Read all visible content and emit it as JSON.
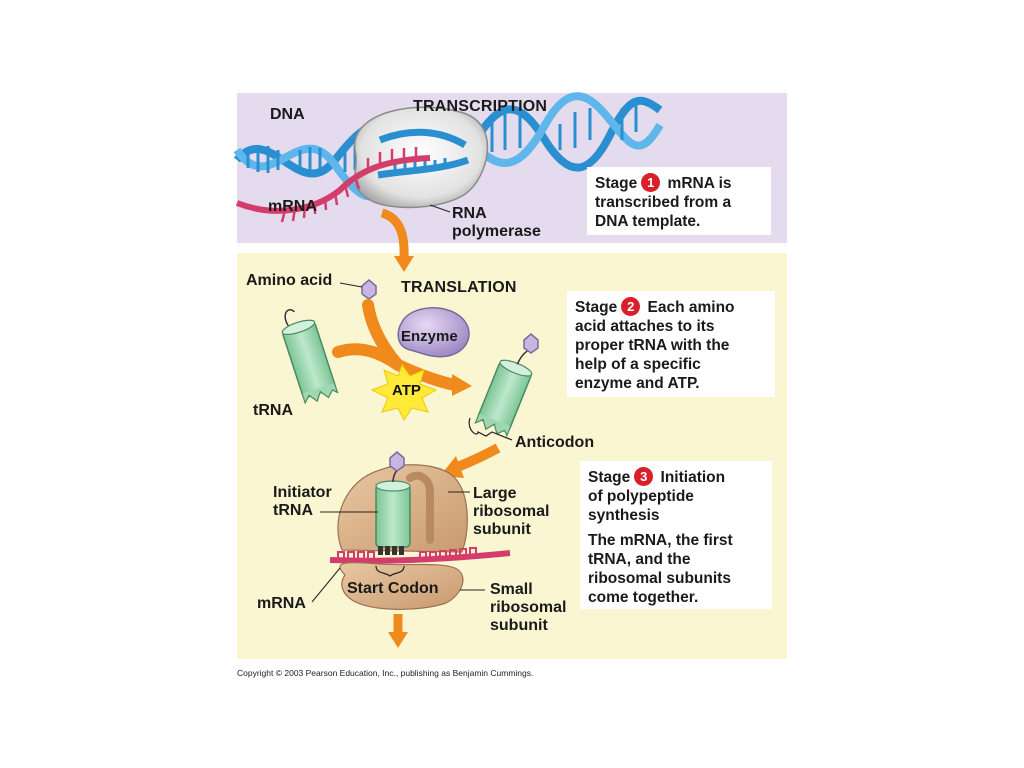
{
  "headings": {
    "transcription": "TRANSCRIPTION",
    "translation": "TRANSLATION"
  },
  "labels": {
    "dna": "DNA",
    "mrna_top": "mRNA",
    "rna_polymerase_1": "RNA",
    "rna_polymerase_2": "polymerase",
    "amino_acid": "Amino acid",
    "trna": "tRNA",
    "enzyme": "Enzyme",
    "atp": "ATP",
    "anticodon": "Anticodon",
    "initiator_trna_1": "Initiator",
    "initiator_trna_2": "tRNA",
    "large_subunit_1": "Large",
    "large_subunit_2": "ribosomal",
    "large_subunit_3": "subunit",
    "start_codon": "Start Codon",
    "mrna_bottom": "mRNA",
    "small_subunit_1": "Small",
    "small_subunit_2": "ribosomal",
    "small_subunit_3": "subunit"
  },
  "stages": [
    {
      "word": "Stage",
      "number": "1",
      "lines": [
        "mRNA is",
        "transcribed from a",
        "DNA template."
      ]
    },
    {
      "word": "Stage",
      "number": "2",
      "lines": [
        "Each amino",
        "acid attaches to its",
        "proper tRNA with the",
        "help of a specific",
        "enzyme and ATP."
      ]
    },
    {
      "word": "Stage",
      "number": "3",
      "title_lines": [
        "Initiation",
        "of polypeptide",
        "synthesis"
      ],
      "lines": [
        "The mRNA, the first",
        "tRNA, and the",
        "ribosomal subunits",
        "come together."
      ]
    }
  ],
  "copyright": "Copyright © 2003 Pearson Education, Inc., publishing as Benjamin Cummings.",
  "colors": {
    "transcription_panel": "#e4dcee",
    "translation_panel": "#fbf6d2",
    "dna_blue": "#2a8fd0",
    "mrna_pink": "#d43c6c",
    "trna_green": "#9fd8b0",
    "ribosome_tan": "#d9b38c",
    "arrow_orange": "#f08a1c",
    "amino_acid_lavender": "#c8b6e2",
    "badge_red": "#d8202a"
  }
}
